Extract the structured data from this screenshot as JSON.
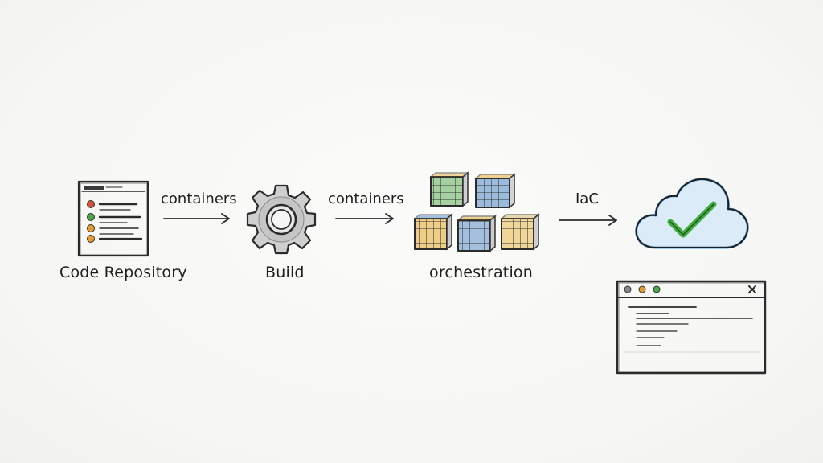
{
  "diagram": {
    "nodes": {
      "code_repository": {
        "label": "Code Repository"
      },
      "build": {
        "label": "Build"
      },
      "orchestration": {
        "label": "orchestration"
      },
      "cloud": {
        "label": ""
      }
    },
    "edges": {
      "repo_to_build": {
        "label": "containers"
      },
      "build_to_orchestration": {
        "label": "containers"
      },
      "orchestration_to_cloud": {
        "label": "IaC"
      }
    }
  },
  "icons": {
    "repository": "code-document-icon",
    "build": "gear-icon",
    "orchestration": "container-cubes-icon",
    "cloud": "cloud-check-icon",
    "terminal": "terminal-window-icon"
  },
  "colors": {
    "cloud_fill": "#dcebf8",
    "cloud_stroke": "#5a9fd6",
    "check": "#3fae3a",
    "dot_red": "#d9513e",
    "dot_orange": "#e69b2e",
    "dot_green": "#4aa84a",
    "cube_yellow": "#e6b13a",
    "cube_blue": "#4d86c4",
    "cube_green": "#5fae57"
  }
}
